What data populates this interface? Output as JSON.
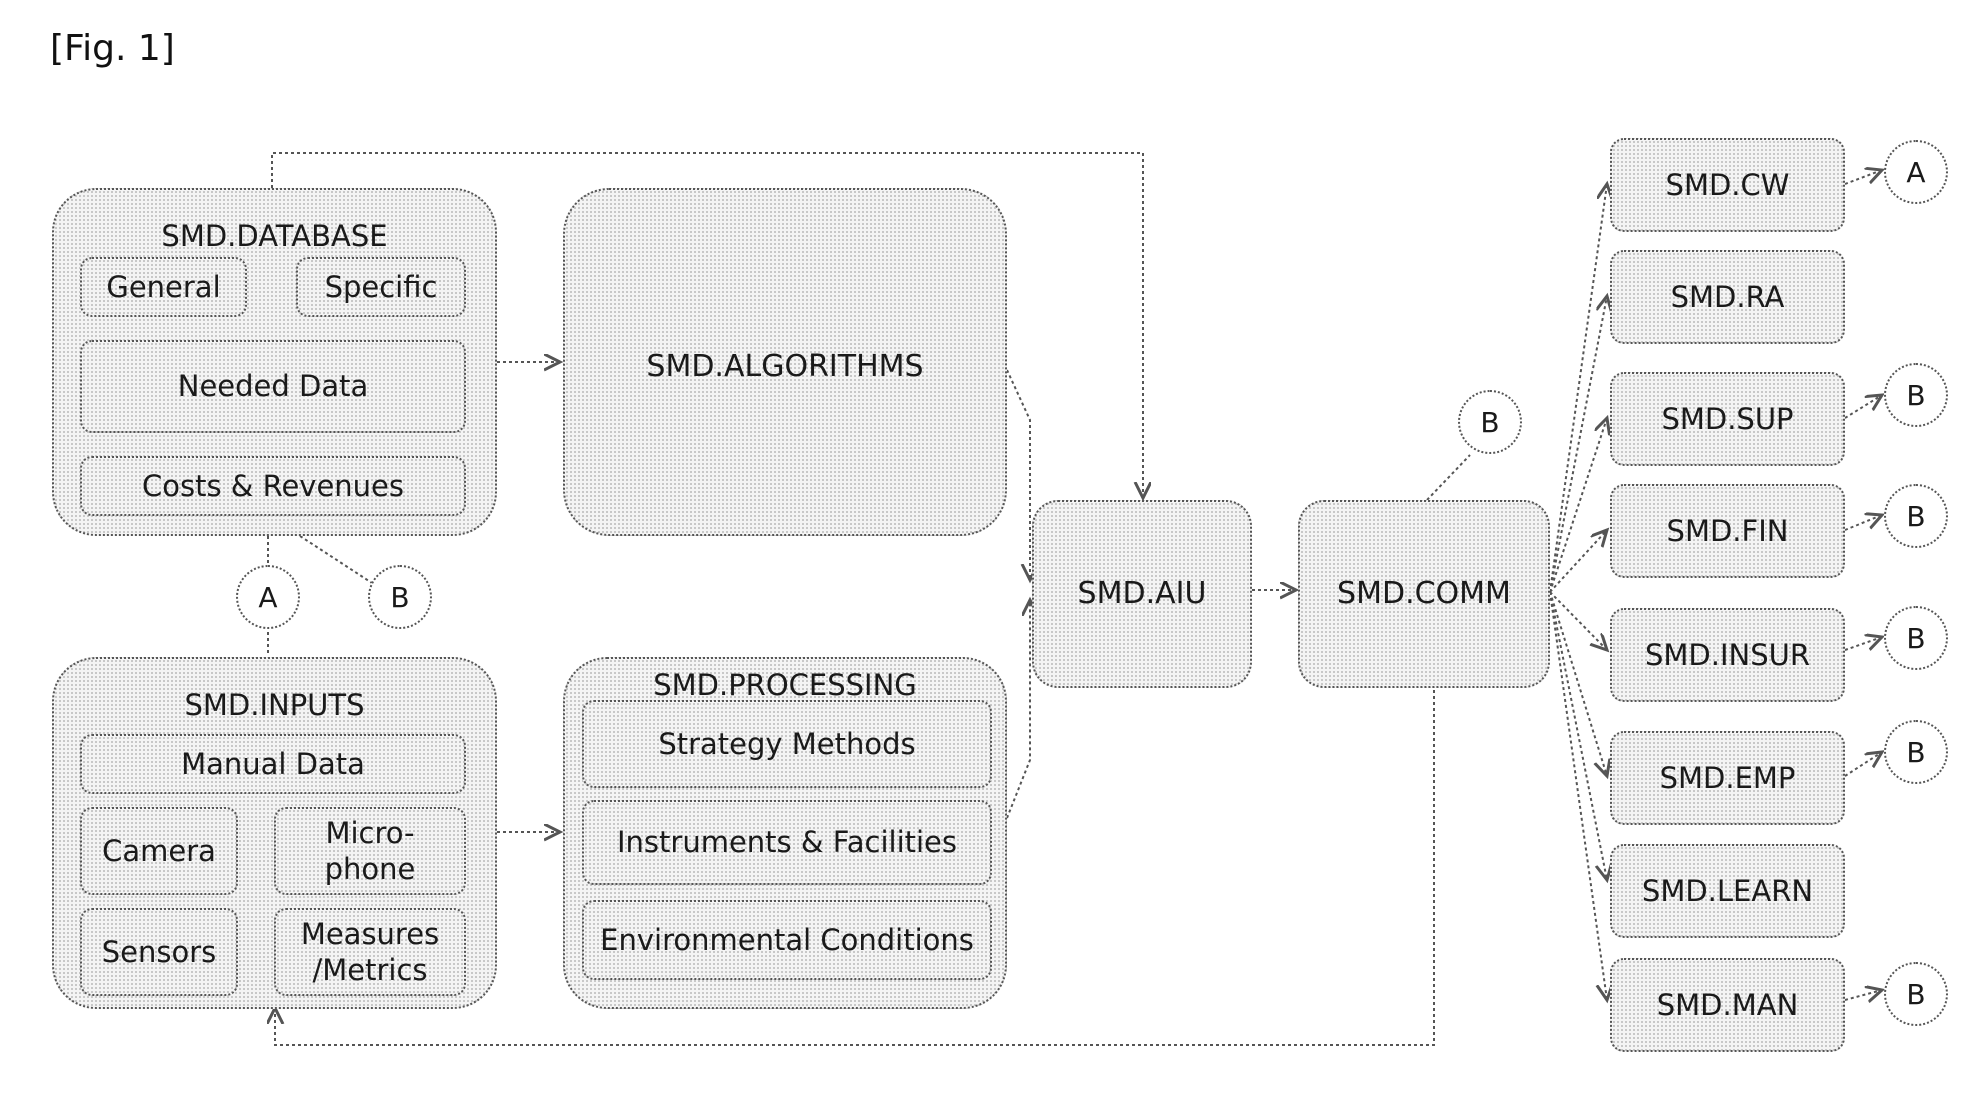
{
  "figure_label": "[Fig. 1]",
  "database": {
    "title": "SMD.DATABASE",
    "general": "General",
    "specific": "Specific",
    "needed_data": "Needed Data",
    "costs_revenues": "Costs & Revenues"
  },
  "algorithms": {
    "title": "SMD.ALGORITHMS"
  },
  "inputs": {
    "title": "SMD.INPUTS",
    "manual_data": "Manual Data",
    "camera": "Camera",
    "microphone_line1": "Micro-",
    "microphone_line2": "phone",
    "sensors": "Sensors",
    "measures_line1": "Measures",
    "measures_line2": "/Metrics"
  },
  "processing": {
    "title": "SMD.PROCESSING",
    "strategy_methods": "Strategy Methods",
    "instruments_facilities": "Instruments & Facilities",
    "environmental_conditions": "Environmental Conditions"
  },
  "aiu": {
    "title": "SMD.AIU"
  },
  "comm": {
    "title": "SMD.COMM"
  },
  "right_modules": [
    "SMD.CW",
    "SMD.RA",
    "SMD.SUP",
    "SMD.FIN",
    "SMD.INSUR",
    "SMD.EMP",
    "SMD.LEARN",
    "SMD.MAN"
  ],
  "connectors": {
    "a": "A",
    "b": "B",
    "database_a": "A",
    "database_b": "B",
    "comm_b": "B",
    "cw_a": "A",
    "sup_b": "B",
    "fin_b": "B",
    "insur_b": "B",
    "emp_b": "B",
    "man_b": "B"
  }
}
